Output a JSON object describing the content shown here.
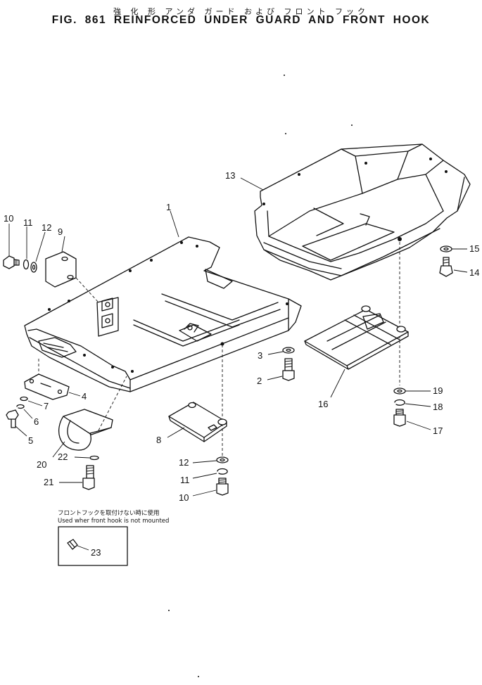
{
  "title": {
    "japanese": "強 化 形 アンダ ガード および フロント フック",
    "english": "FIG. 861  REINFORCED  UNDER  GUARD  AND  FRONT  HOOK"
  },
  "callouts": {
    "c1": "1",
    "c2": "2",
    "c3": "3",
    "c4": "4",
    "c5": "5",
    "c6": "6",
    "c7": "7",
    "c8": "8",
    "c9": "9",
    "c10a": "10",
    "c10b": "10",
    "c11a": "11",
    "c11b": "11",
    "c12a": "12",
    "c12b": "12",
    "c13": "13",
    "c14": "14",
    "c15": "15",
    "c16": "16",
    "c17": "17",
    "c18": "18",
    "c19": "19",
    "c20": "20",
    "c21": "21",
    "c22": "22",
    "c23": "23"
  },
  "note": {
    "japanese": "フロントフックを取付けない時に使用",
    "english": "Used wher front hook is not mounted"
  }
}
